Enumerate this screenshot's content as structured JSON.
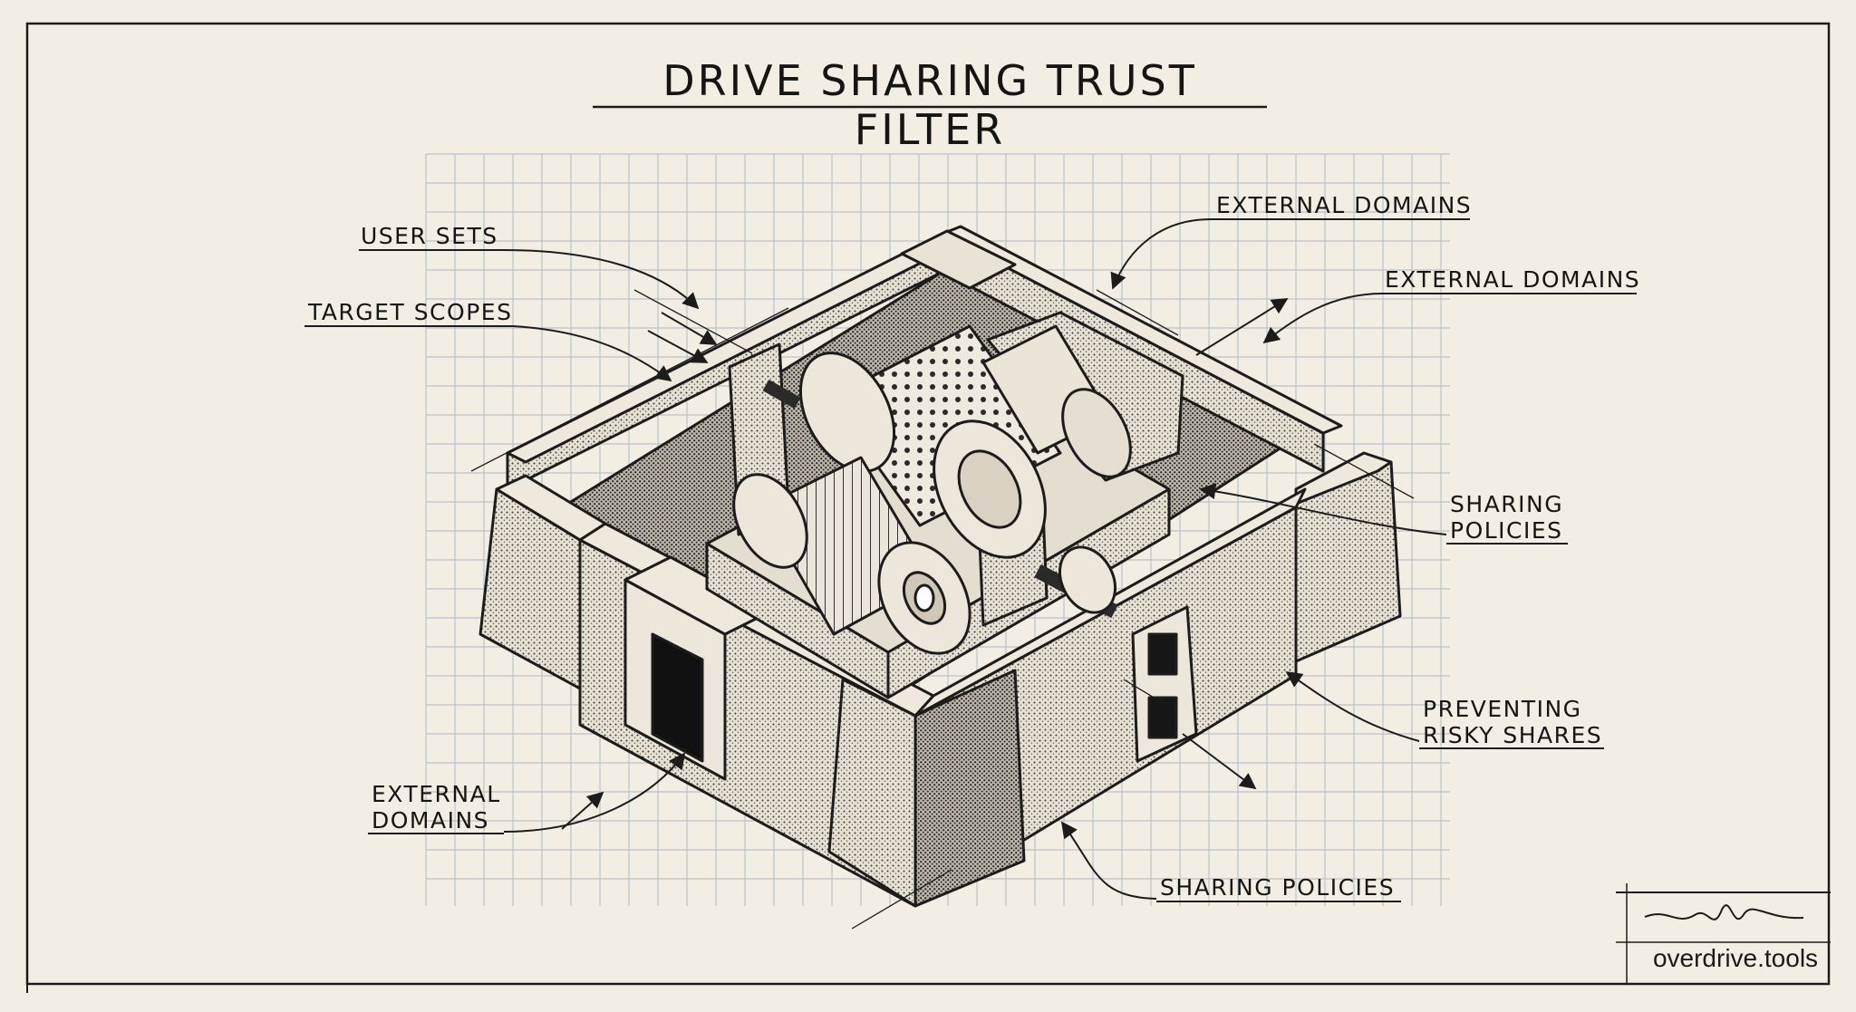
{
  "title": "DRIVE SHARING TRUST FILTER",
  "labels": {
    "user_sets": "USER SETS",
    "target_scopes": "TARGET SCOPES",
    "external_domains_top": "EXTERNAL DOMAINS",
    "external_domains_right": "EXTERNAL DOMAINS",
    "sharing_policies_right": "SHARING\nPOLICIES",
    "preventing_risky_shares": "PREVENTING\nRISKY SHARES",
    "sharing_policies_bottom": "SHARING POLICIES",
    "external_domains_left": "EXTERNAL\nDOMAINS"
  },
  "footer": {
    "url": "overdrive.tools"
  },
  "colors": {
    "paper": "#f3eee3",
    "ink": "#1c1c1c",
    "grid": "#b9c2cc"
  }
}
